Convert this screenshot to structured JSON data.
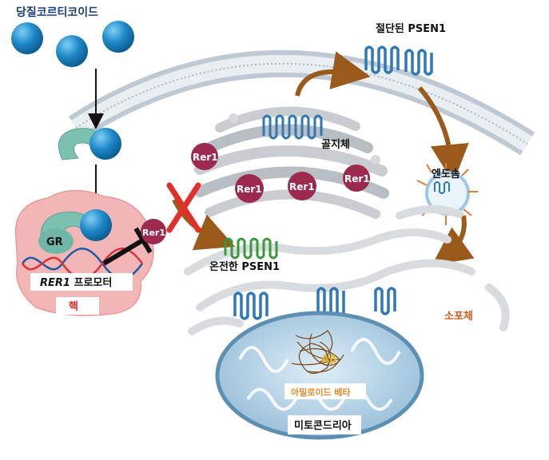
{
  "labels": {
    "glucocorticoid": "당질코르티코이드",
    "gr": "GR",
    "rer1_promoter_italic": "RER1",
    "rer1_promoter_rest": " 프로모터",
    "nucleus": "핵",
    "rer1": "Rer1",
    "golgi": "골지체",
    "cleaved_psen1": "절단된 PSEN1",
    "intact_psen1": "온전한 PSEN1",
    "endosome": "엔도솜",
    "lysosome": "소포체",
    "abeta": "Aβ",
    "amyloid_beta": "아밀로이드 베타",
    "mitochondria": "미토콘드리아"
  },
  "colors": {
    "sphere": "#1e88c7",
    "rer1": "#9c2a4e",
    "psen_blue": "#2f78b5",
    "psen_green": "#3a9a3a",
    "arrow_brown": "#9a5a1c",
    "nucleus_pink": "#f3b6b6",
    "nucleus_label": "#e0302a",
    "lysosome_label": "#d25a1a",
    "abeta_label": "#e9b21e",
    "amyloid_label": "#e38a2a",
    "block_x": "#e0302a"
  }
}
